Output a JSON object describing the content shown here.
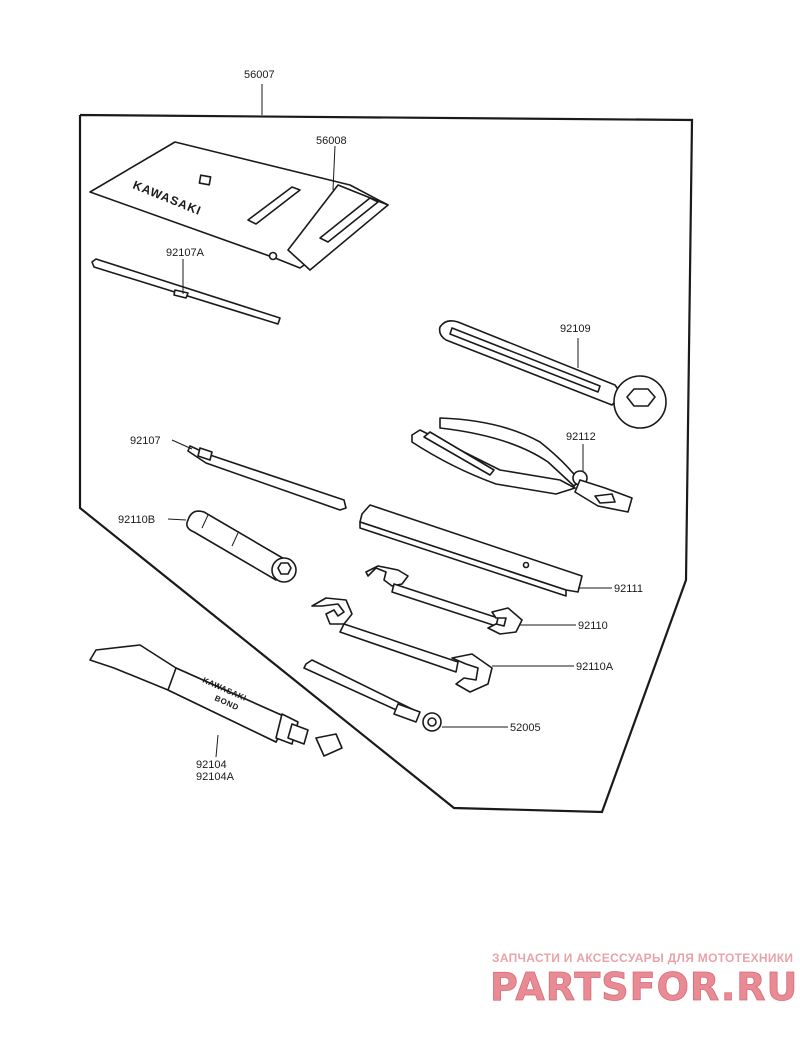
{
  "labels": {
    "kit": "56007",
    "bag": "56008",
    "screwdriver_a": "92107A",
    "ring_wrench": "92109",
    "pliers": "92112",
    "screwdriver": "92107",
    "socket_wrench": "92110B",
    "spanner_plate": "92111",
    "open_wrench": "92110",
    "open_wrench_a": "92110A",
    "handle": "52005",
    "bond_1": "92104",
    "bond_2": "92104A"
  },
  "stamps": {
    "bag_brand": "KAWASAKI",
    "tube_brand": "KAWASAKI",
    "tube_text": "BOND"
  },
  "watermark": {
    "tagline": "ЗАПЧАСТИ И АКСЕССУАРЫ ДЛЯ МОТОТЕХНИКИ",
    "logo": "PARTSFOR.RU"
  }
}
